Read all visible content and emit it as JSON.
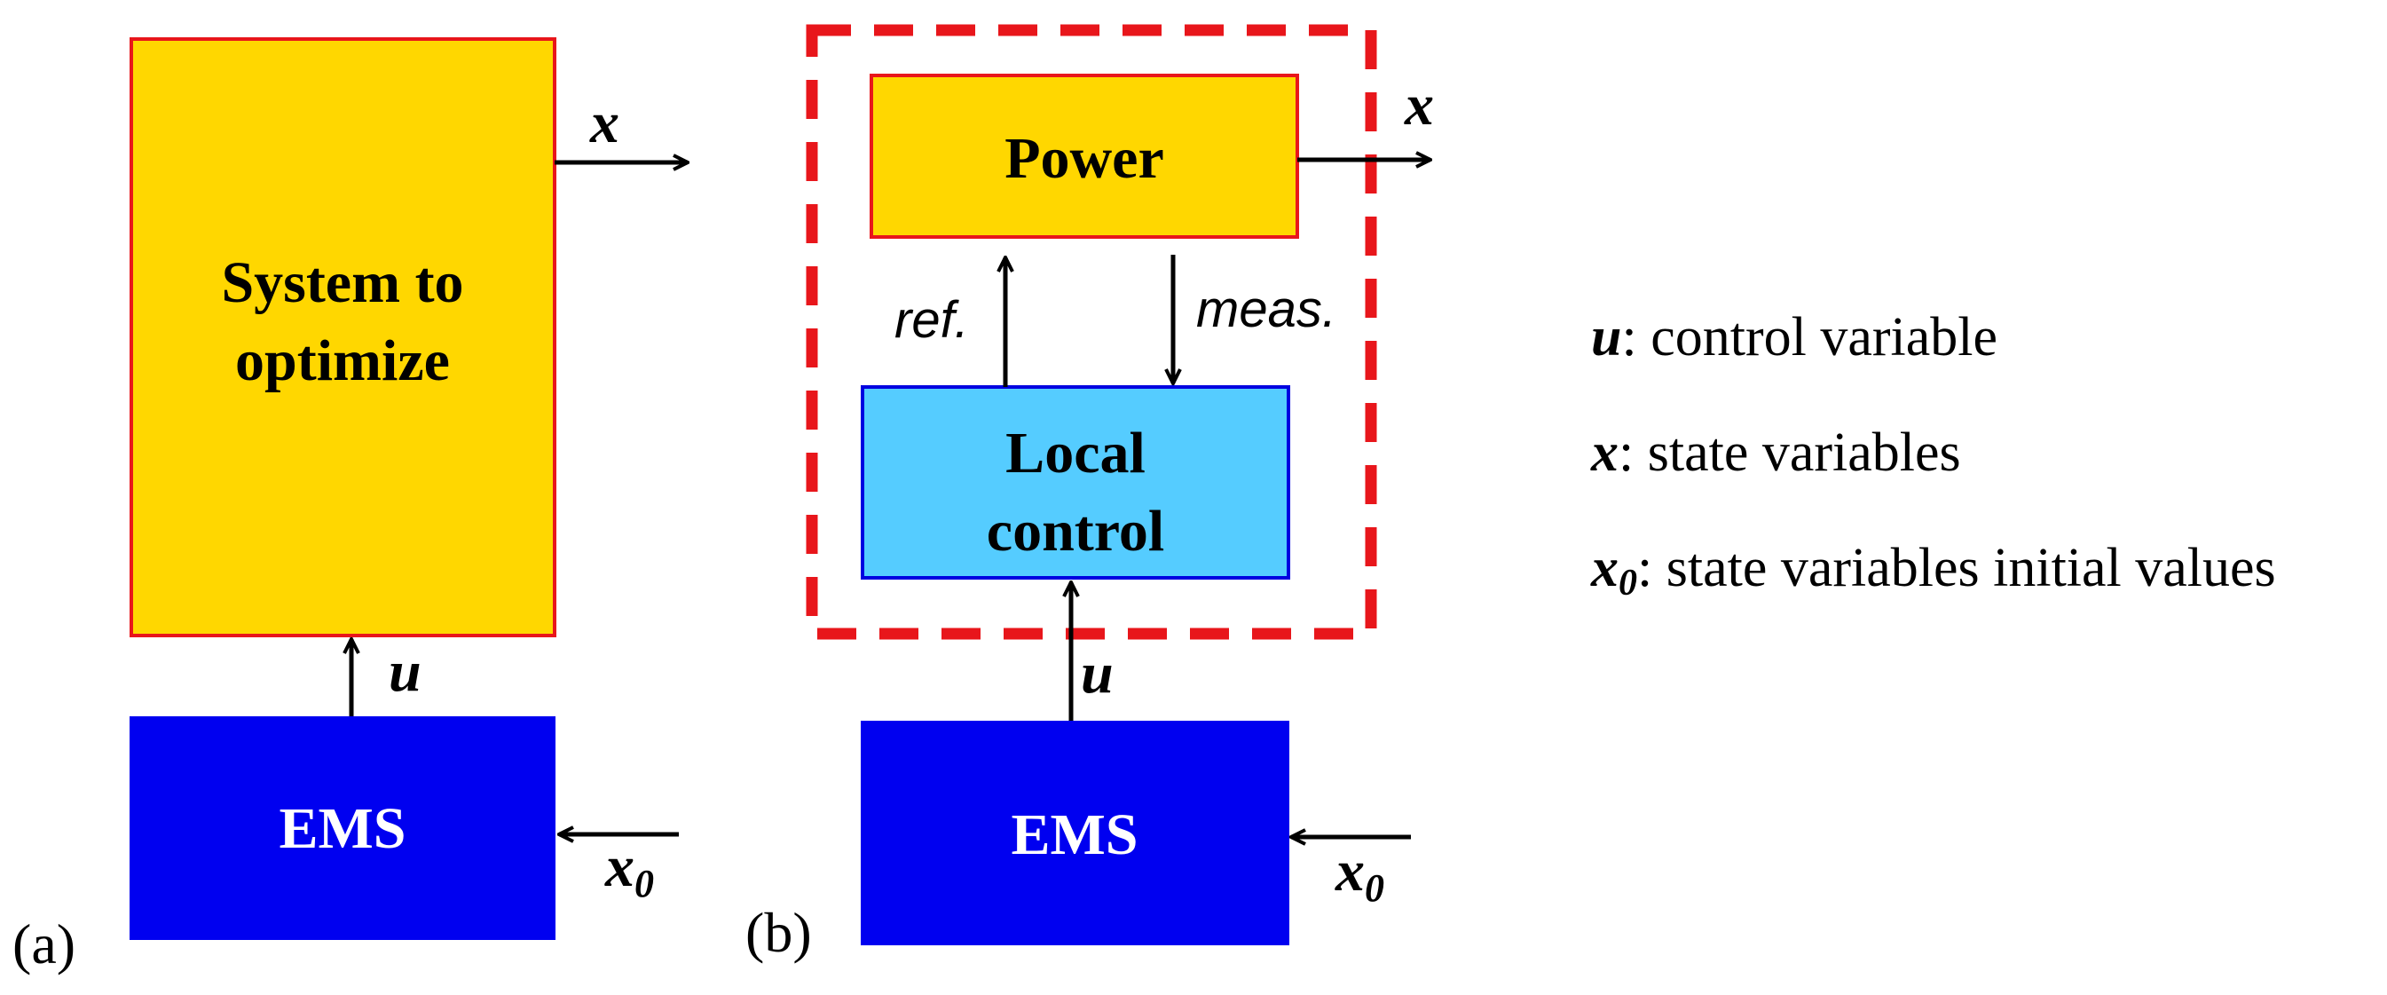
{
  "panel_a": {
    "label": "(a)",
    "system_box": {
      "line1": "System to",
      "line2": "optimize"
    },
    "ems_box": {
      "label": "EMS"
    },
    "output_var": "x",
    "control_var": "u",
    "input_var": "x",
    "input_sub": "0"
  },
  "panel_b": {
    "label": "(b)",
    "power_box": {
      "label": "Power"
    },
    "local_box": {
      "line1": "Local",
      "line2": "control"
    },
    "ems_box": {
      "label": "EMS"
    },
    "output_var": "x",
    "ref_label": "ref.",
    "meas_label": "meas.",
    "control_var": "u",
    "input_var": "x",
    "input_sub": "0"
  },
  "legend": [
    {
      "var": "u",
      "sub": "",
      "text": ": control variable"
    },
    {
      "var": "x",
      "sub": "",
      "text": ": state variables"
    },
    {
      "var": "x",
      "sub": "0",
      "text": ": state variables initial values"
    }
  ],
  "colors": {
    "yellow_box": "#FFD700",
    "red_border": "#E8161B",
    "blue_ems": "#0000F0",
    "cyan_local": "#55CCFF",
    "dashed_red": "#E8161B",
    "arrow": "#000000"
  }
}
